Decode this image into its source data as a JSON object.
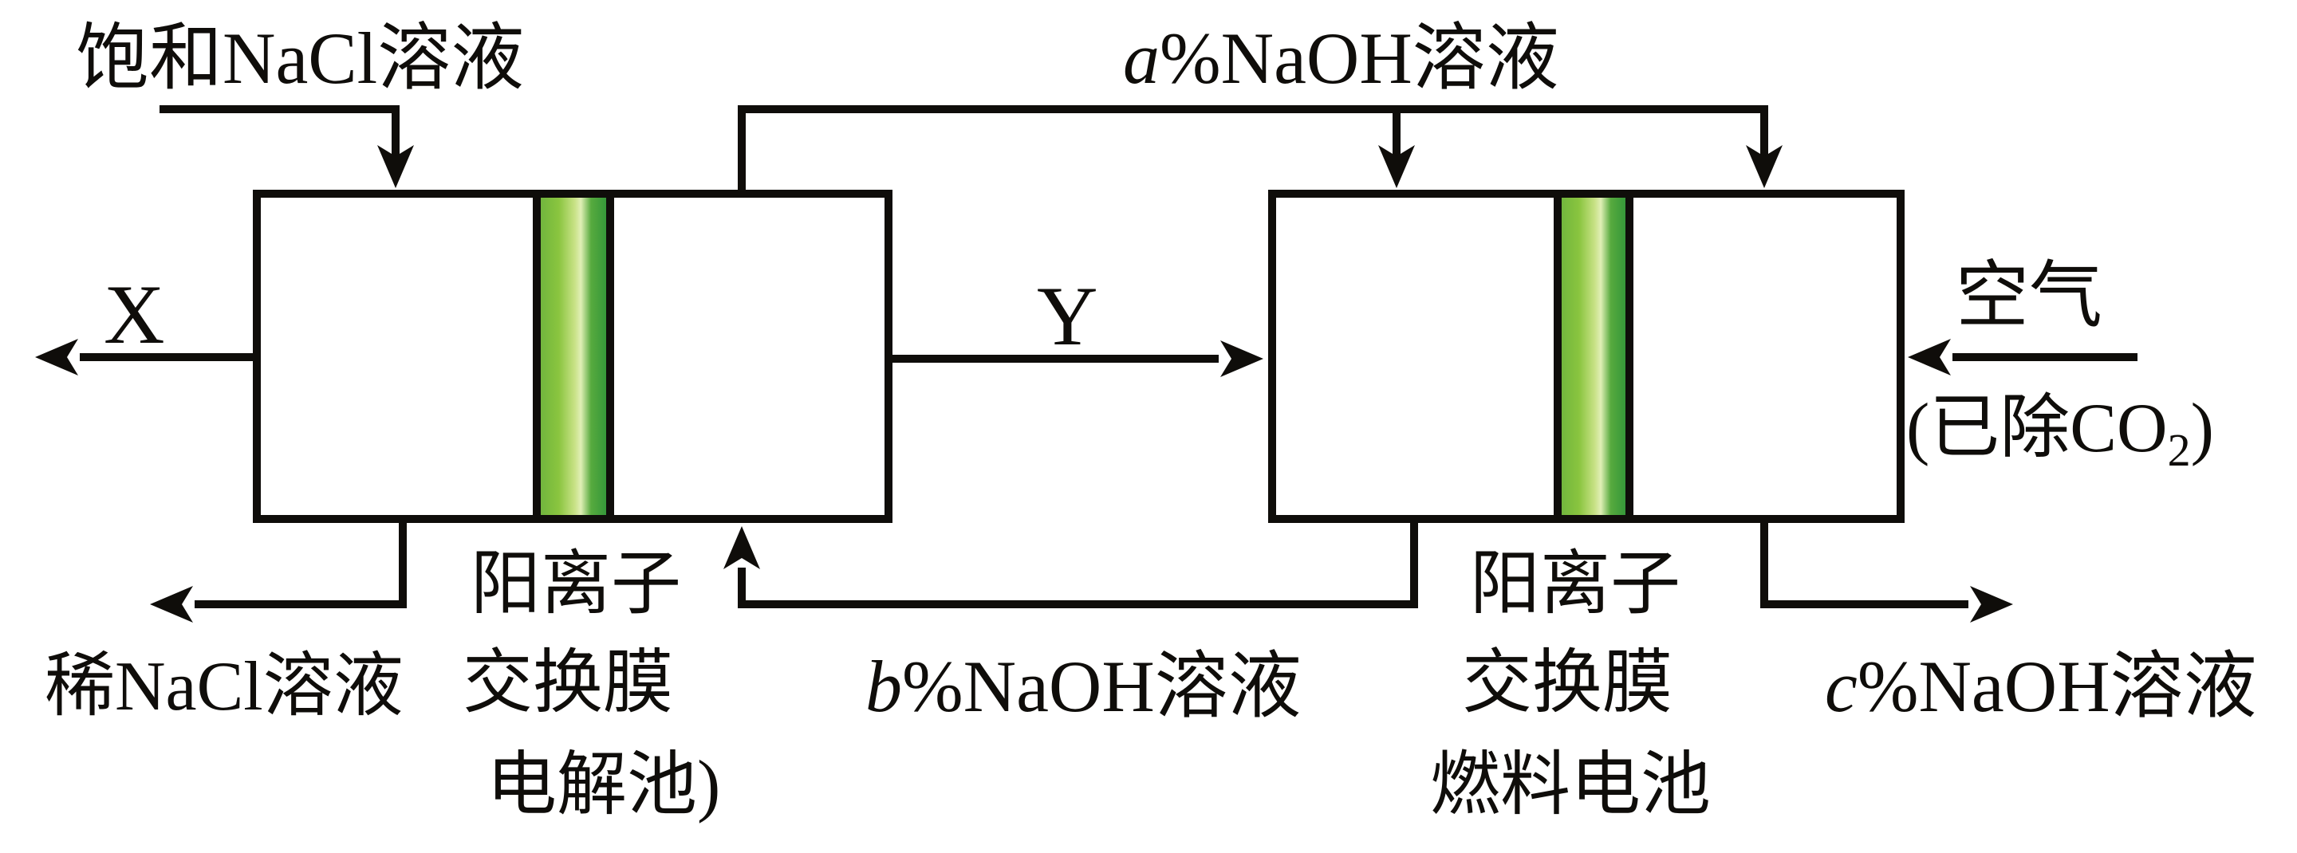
{
  "diagram": {
    "title_semantic": "chlor-alkali electrolysis cell and NaOH fuel cell flow diagram",
    "ink_color": "#0f0d0a",
    "background_color": "#ffffff",
    "membrane": {
      "name": "cation-exchange-membrane",
      "stops": [
        "#6cb23d",
        "#8ac53f",
        "#c9e287",
        "#e0efb6",
        "#57aa3e",
        "#2c9238"
      ]
    },
    "labels": {
      "feed_left": "饱和NaCl溶液",
      "naoh_a": {
        "var": "a",
        "rest": "%NaOH溶液"
      },
      "x_gas": "X",
      "y_gas": "Y",
      "air": "空气",
      "air_note": {
        "pre": "(已除CO",
        "sub": "2",
        "post": ")"
      },
      "dilute_nacl": "稀NaCl溶液",
      "naoh_b": {
        "var": "b",
        "rest": "%NaOH溶液"
      },
      "naoh_c": {
        "var": "c",
        "rest": "%NaOH溶液"
      },
      "left_membrane_caption": {
        "line1": "阳离子",
        "line2": "交换膜",
        "line3": "电解池)"
      },
      "right_membrane_caption": {
        "line1": "阳离子",
        "line2": "交换膜",
        "line3": "燃料电池"
      }
    }
  }
}
